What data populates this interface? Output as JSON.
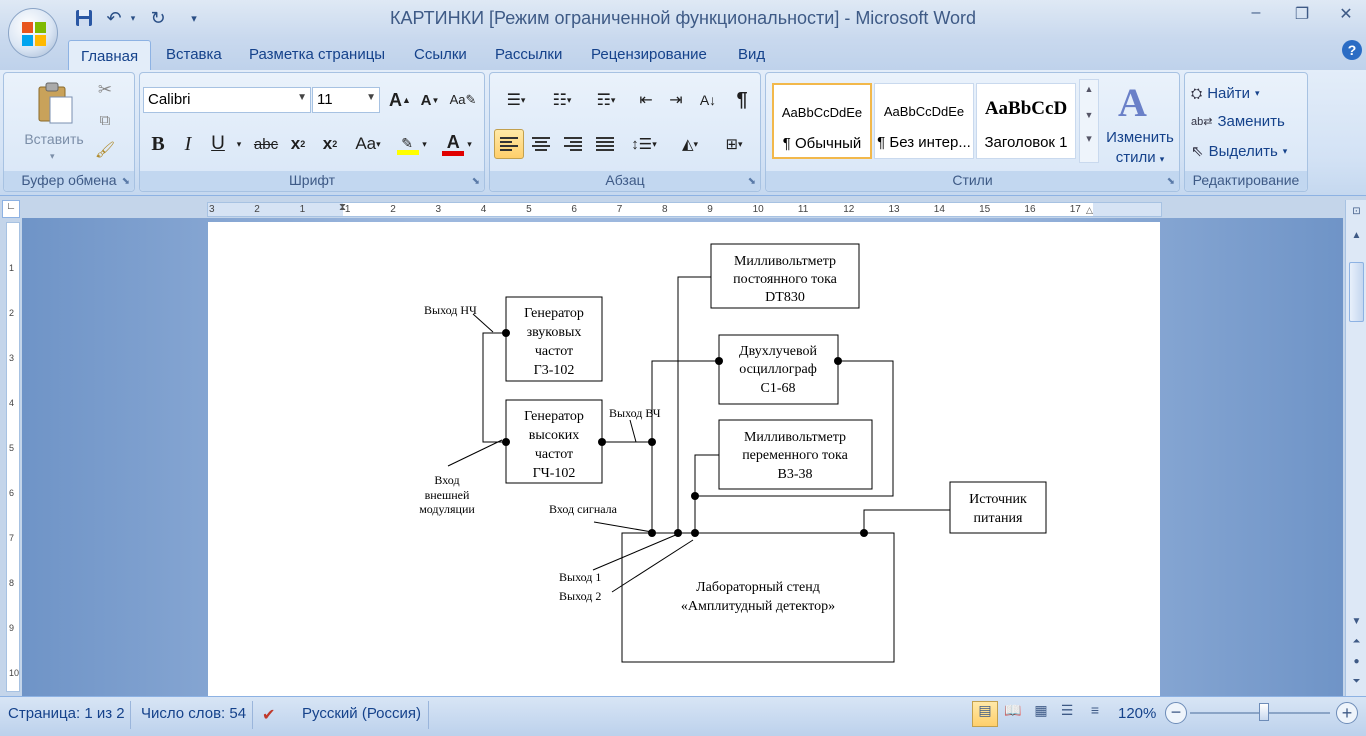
{
  "window": {
    "title": "КАРТИНКИ [Режим ограниченной функциональности]  -  Microsoft Word"
  },
  "tabs": [
    "Главная",
    "Вставка",
    "Разметка страницы",
    "Ссылки",
    "Рассылки",
    "Рецензирование",
    "Вид"
  ],
  "ribbon": {
    "clipboard": {
      "paste_label": "Вставить",
      "group_label": "Буфер обмена"
    },
    "font": {
      "font_name": "Calibri",
      "font_size": "11",
      "group_label": "Шрифт"
    },
    "paragraph": {
      "group_label": "Абзац"
    },
    "styles": {
      "items": [
        {
          "sample": "AaBbCcDdEe",
          "name": "¶ Обычный"
        },
        {
          "sample": "AaBbCcDdEe",
          "name": "¶ Без интер..."
        },
        {
          "sample": "AaBbCcD",
          "name": "Заголовок 1"
        }
      ],
      "change_styles_line1": "Изменить",
      "change_styles_line2": "стили",
      "group_label": "Стили"
    },
    "editing": {
      "find": "Найти",
      "replace": "Заменить",
      "select": "Выделить",
      "group_label": "Редактирование"
    }
  },
  "ruler": {
    "h_ticks": [
      "3",
      "2",
      "1",
      "1",
      "2",
      "3",
      "4",
      "5",
      "6",
      "7",
      "8",
      "9",
      "10",
      "11",
      "12",
      "13",
      "14",
      "15",
      "16",
      "17"
    ],
    "v_ticks": [
      "1",
      "2",
      "3",
      "4",
      "5",
      "6",
      "7",
      "8",
      "9",
      "10"
    ]
  },
  "diagram": {
    "blocks": {
      "dc_mv": [
        "Милливольтметр",
        "постоянного тока",
        "DT830"
      ],
      "audio_gen": [
        "Генератор",
        "звуковых",
        "частот",
        "Г3-102"
      ],
      "osc": [
        "Двухлучевой",
        "осциллограф",
        "С1-68"
      ],
      "hf_gen": [
        "Генератор",
        "высоких",
        "частот",
        "ГЧ-102"
      ],
      "ac_mv": [
        "Милливольтметр",
        "переменного тока",
        "В3-38"
      ],
      "power": [
        "Источник",
        "питания"
      ],
      "stand": [
        "Лабораторный стенд",
        "«Амплитудный детектор»"
      ]
    },
    "labels": {
      "lf_out": "Выход НЧ",
      "hf_out": "Выход ВЧ",
      "mod_in": [
        "Вход",
        "внешней",
        "модуляции"
      ],
      "sig_in": "Вход сигнала",
      "out1": "Выход 1",
      "out2": "Выход 2"
    }
  },
  "status": {
    "page": "Страница: 1 из 2",
    "words": "Число слов: 54",
    "language": "Русский (Россия)",
    "zoom": "120%"
  }
}
